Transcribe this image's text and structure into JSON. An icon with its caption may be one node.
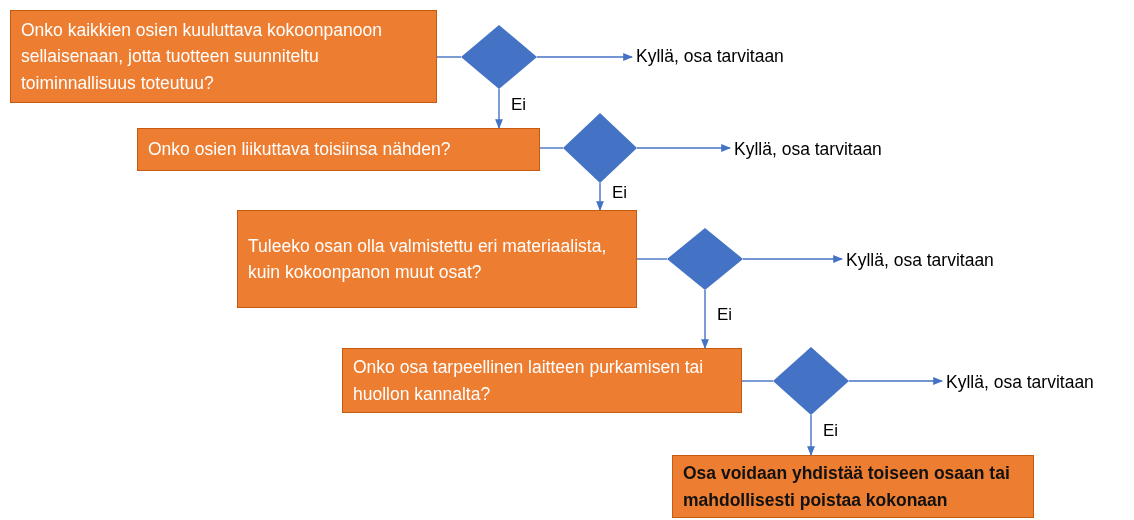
{
  "diagram": {
    "nodes": [
      {
        "text": [
          "Onko kaikkien osien kuuluttava kokoonpanoon sellaisenaan, jotta tuotteen suunniteltu toiminnallisuus toteutuu?"
        ]
      },
      {
        "text": [],
        "shape": "diamond"
      },
      {
        "text": [
          "Kyllä, osa tarvitaan"
        ]
      },
      {
        "text": [
          "Onko osien liikuttava toisiinsa nähden?"
        ]
      },
      {
        "text": [],
        "shape": "diamond"
      },
      {
        "text": [
          "Kyllä, osa tarvitaan"
        ]
      },
      {
        "text": [
          "Tuleeko osan olla valmistettu eri materiaalista, kuin kokoonpanon muut osat?"
        ]
      },
      {
        "text": [],
        "shape": "diamond"
      },
      {
        "text": [
          "Kyllä, osa tarvitaan"
        ]
      },
      {
        "text": [
          "Onko osa tarpeellinen laitteen purkamisen tai huollon kannalta?"
        ]
      },
      {
        "text": [],
        "shape": "diamond"
      },
      {
        "text": [
          "Kyllä, osa tarvitaan"
        ]
      },
      {
        "text": [
          "Osa voidaan yhdistää toiseen osaan tai mahdollisesti poistaa kokonaan"
        ]
      }
    ],
    "edges": [
      {
        "from": 0,
        "to": 1,
        "arrow": "none"
      },
      {
        "from": 1,
        "to": 2,
        "arrow": "to"
      },
      {
        "from": 1,
        "to": 3,
        "arrow": "to",
        "label": "Ei"
      },
      {
        "from": 3,
        "to": 4,
        "arrow": "none"
      },
      {
        "from": 4,
        "to": 5,
        "arrow": "to"
      },
      {
        "from": 4,
        "to": 6,
        "arrow": "to",
        "label": "Ei"
      },
      {
        "from": 6,
        "to": 7,
        "arrow": "none"
      },
      {
        "from": 7,
        "to": 8,
        "arrow": "to"
      },
      {
        "from": 7,
        "to": 9,
        "arrow": "to",
        "label": "Ei"
      },
      {
        "from": 9,
        "to": 10,
        "arrow": "none"
      },
      {
        "from": 10,
        "to": 11,
        "arrow": "to"
      },
      {
        "from": 10,
        "to": 12,
        "arrow": "to",
        "label": "Ei"
      }
    ]
  }
}
